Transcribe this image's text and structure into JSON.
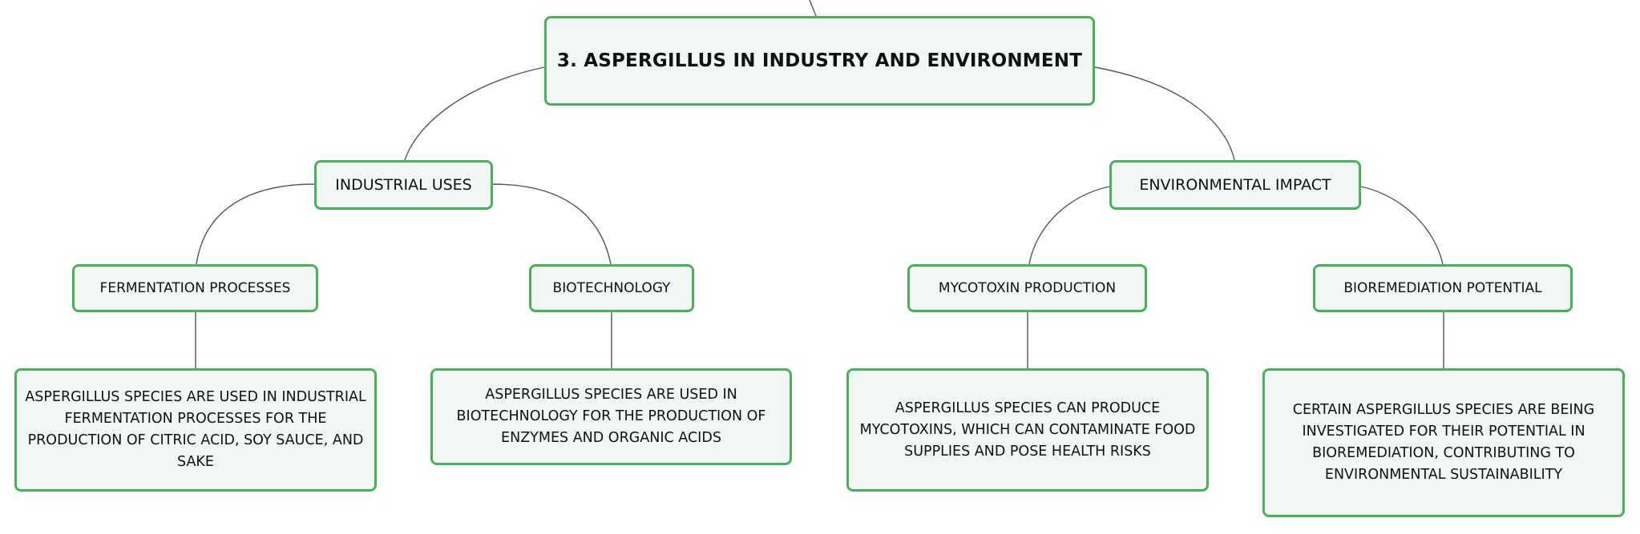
{
  "diagram": {
    "root": {
      "label": "3. Aspergillus in Industry and Environment"
    },
    "branches": [
      {
        "label": "Industrial Uses",
        "children": [
          {
            "label": "Fermentation Processes",
            "detail": "Aspergillus species are used in industrial fermentation processes for the production of citric acid, soy sauce, and sake"
          },
          {
            "label": "Biotechnology",
            "detail": "Aspergillus species are used in biotechnology for the production of enzymes and organic acids"
          }
        ]
      },
      {
        "label": "Environmental Impact",
        "children": [
          {
            "label": "Mycotoxin Production",
            "detail": "Aspergillus species can produce mycotoxins, which can contaminate food supplies and pose health risks"
          },
          {
            "label": "Bioremediation Potential",
            "detail": "Certain Aspergillus species are being investigated for their potential in bioremediation, contributing to environmental sustainability"
          }
        ]
      }
    ],
    "colors": {
      "node_border": "#4caf5a",
      "node_fill": "#f1f8f3",
      "connector": "#555555",
      "text": "#111111"
    }
  }
}
